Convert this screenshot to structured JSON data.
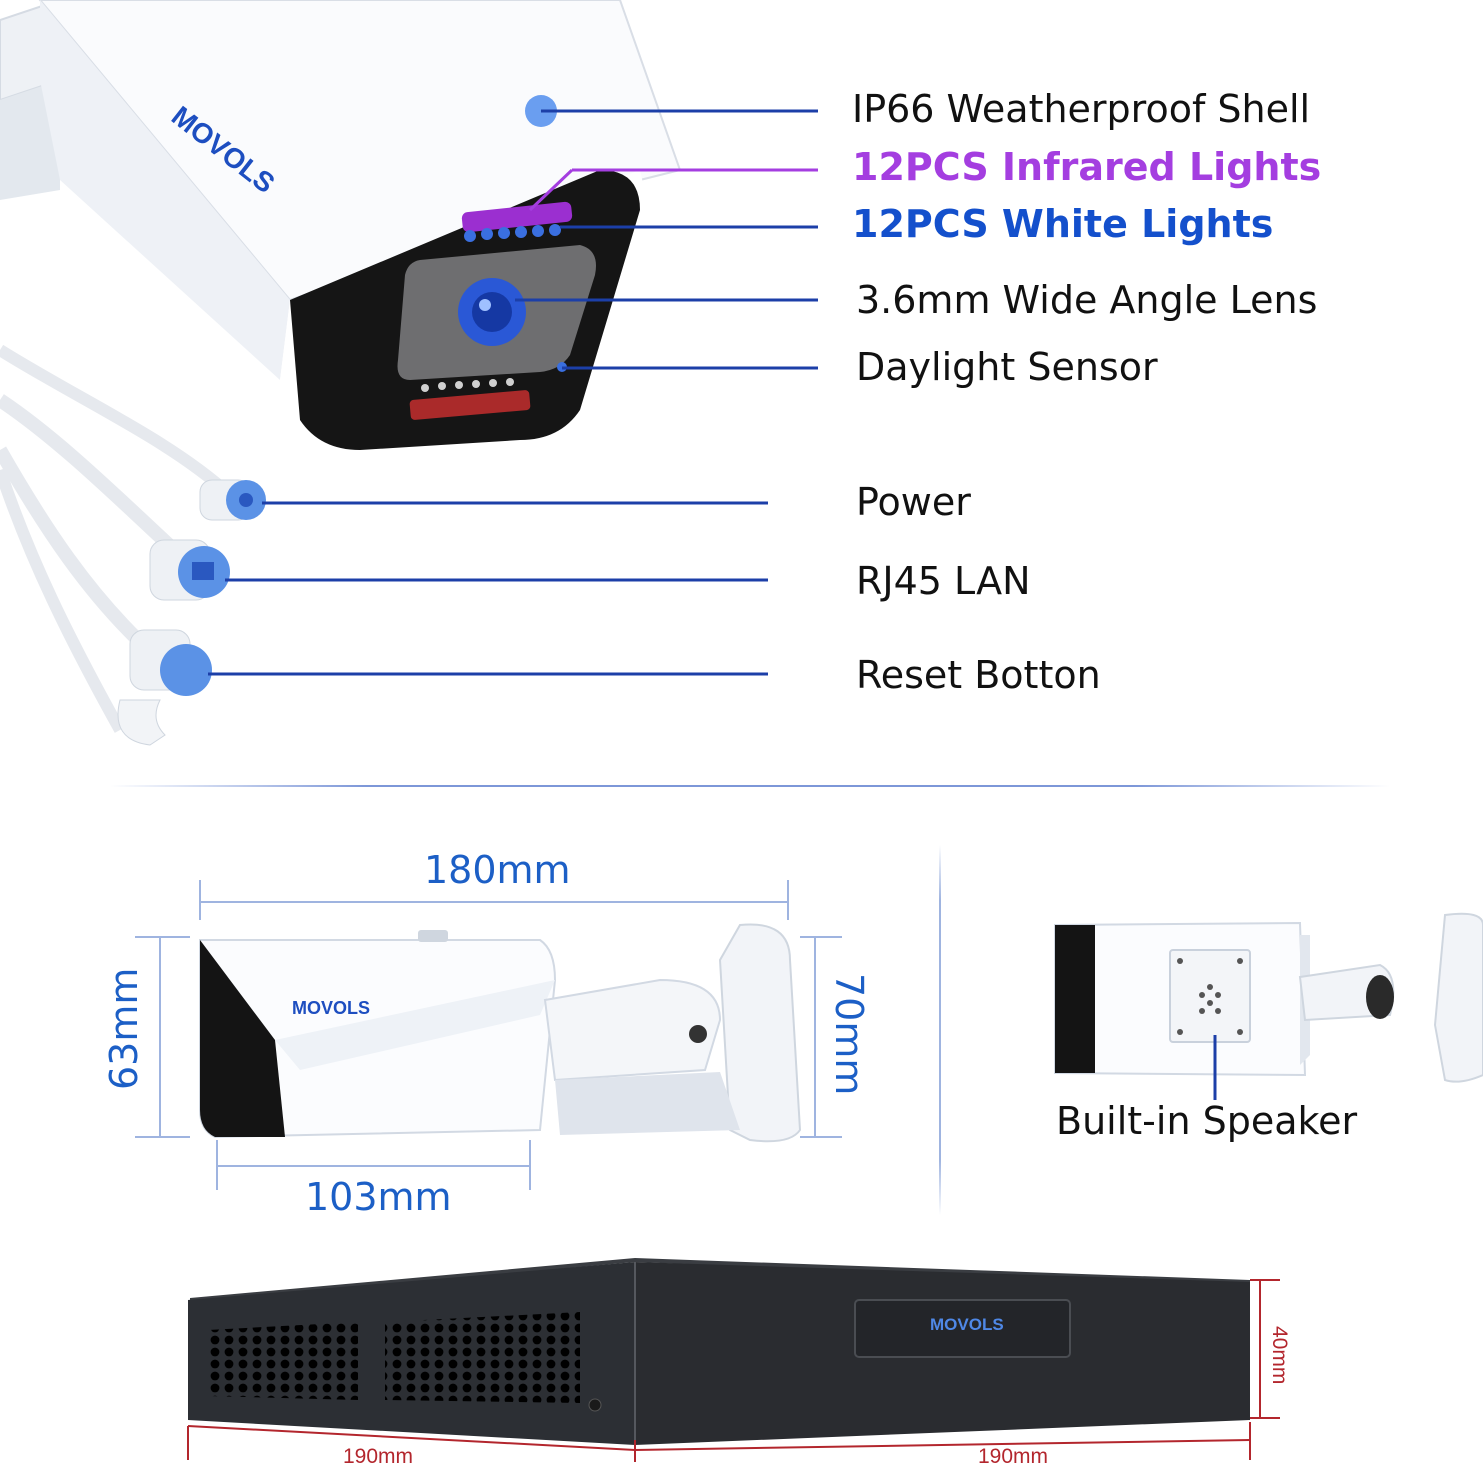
{
  "brand": {
    "logo_text": "MOVOLS"
  },
  "callouts": {
    "shell": "IP66 Weatherproof Shell",
    "infrared": "12PCS Infrared Lights",
    "white_lights": "12PCS White Lights",
    "lens": "3.6mm Wide Angle Lens",
    "sensor": "Daylight Sensor",
    "power": "Power",
    "lan": "RJ45 LAN",
    "reset": "Reset Botton"
  },
  "dimensions": {
    "camera_length": "180mm",
    "camera_height": "63mm",
    "mount_height": "70mm",
    "body_length": "103mm",
    "nvr_depth": "190mm",
    "nvr_width": "190mm",
    "nvr_height": "40mm"
  },
  "speaker": {
    "label": "Built-in Speaker"
  },
  "colors": {
    "leader_line": "#1c3fa8",
    "dot": "#6a9ef0",
    "purple": "#a43ee0",
    "blue": "#1450cc",
    "dim_blue": "#1c5fc6",
    "dim_red": "#b3262d"
  }
}
